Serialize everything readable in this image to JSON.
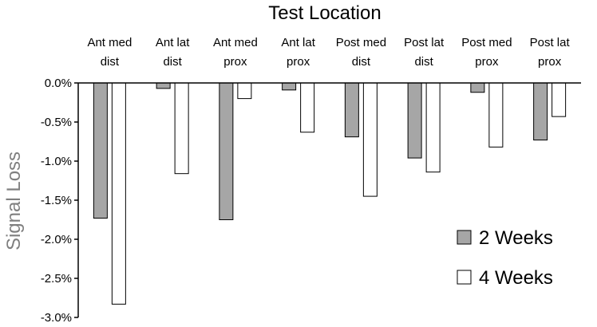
{
  "chart_data": {
    "type": "bar",
    "title": "Test Location",
    "xlabel": "",
    "ylabel": "Signal Loss",
    "categories": [
      [
        "Ant med",
        "dist"
      ],
      [
        "Ant lat",
        "dist"
      ],
      [
        "Ant med",
        "prox"
      ],
      [
        "Ant lat",
        "prox"
      ],
      [
        "Post med",
        "dist"
      ],
      [
        "Post lat",
        "dist"
      ],
      [
        "Post med",
        "prox"
      ],
      [
        "Post lat",
        "prox"
      ]
    ],
    "series": [
      {
        "name": "2 Weeks",
        "color": "#a6a6a6",
        "values": [
          -1.73,
          -0.07,
          -1.75,
          -0.09,
          -0.69,
          -0.96,
          -0.12,
          -0.73
        ]
      },
      {
        "name": "4 Weeks",
        "color": "#ffffff",
        "values": [
          -2.83,
          -1.16,
          -0.2,
          -0.63,
          -1.45,
          -1.14,
          -0.82,
          -0.43
        ]
      }
    ],
    "ylim": [
      -3.0,
      0.0
    ],
    "yticks": [
      0.0,
      -0.5,
      -1.0,
      -1.5,
      -2.0,
      -2.5,
      -3.0
    ],
    "ytick_labels": [
      "0.0%",
      "-0.5%",
      "-1.0%",
      "-1.5%",
      "-2.0%",
      "-2.5%",
      "-3.0%"
    ],
    "value_unit": "percent",
    "grid": false,
    "category_axis_position": "top",
    "legend_position": "bottom-right"
  }
}
